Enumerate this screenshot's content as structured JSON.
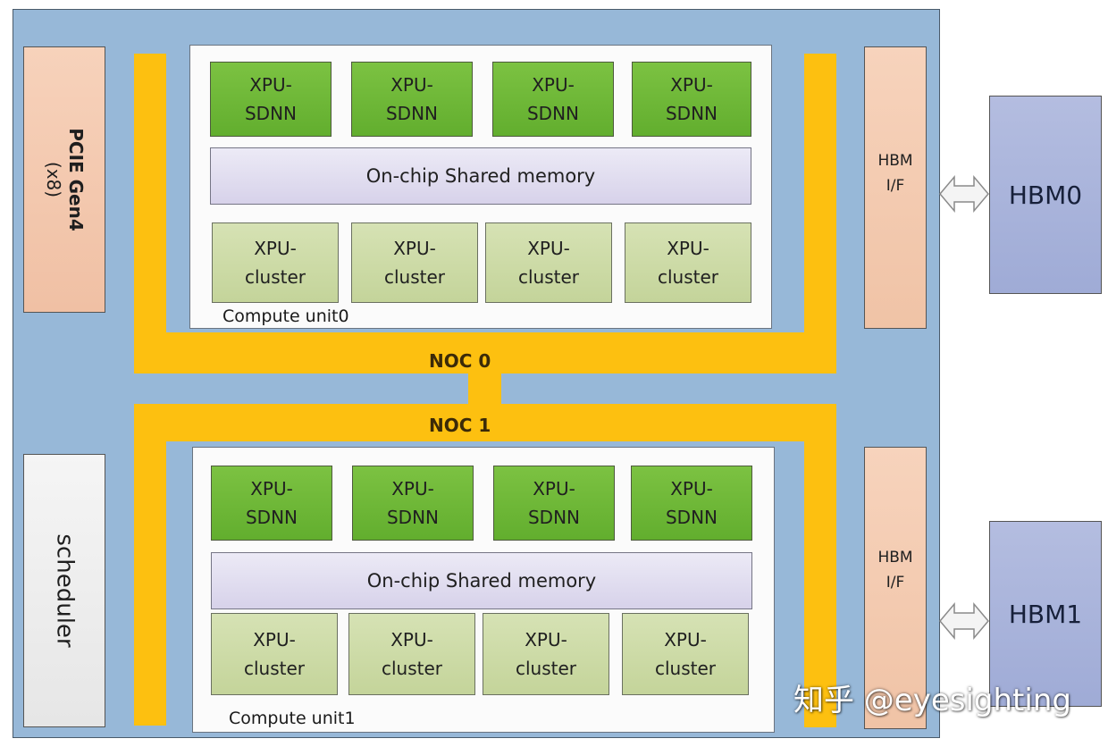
{
  "diagram": {
    "pcie": {
      "line1": "PCIE Gen4",
      "line2": "(x8)"
    },
    "scheduler": {
      "label": "scheduler"
    },
    "noc": [
      {
        "label": "NOC 0"
      },
      {
        "label": "NOC 1"
      }
    ],
    "compute_units": [
      {
        "label": "Compute unit0",
        "sdnn": [
          {
            "line1": "XPU-",
            "line2": "SDNN"
          },
          {
            "line1": "XPU-",
            "line2": "SDNN"
          },
          {
            "line1": "XPU-",
            "line2": "SDNN"
          },
          {
            "line1": "XPU-",
            "line2": "SDNN"
          }
        ],
        "shared_memory": "On-chip Shared memory",
        "clusters": [
          {
            "line1": "XPU-",
            "line2": "cluster"
          },
          {
            "line1": "XPU-",
            "line2": "cluster"
          },
          {
            "line1": "XPU-",
            "line2": "cluster"
          },
          {
            "line1": "XPU-",
            "line2": "cluster"
          }
        ]
      },
      {
        "label": "Compute unit1",
        "sdnn": [
          {
            "line1": "XPU-",
            "line2": "SDNN"
          },
          {
            "line1": "XPU-",
            "line2": "SDNN"
          },
          {
            "line1": "XPU-",
            "line2": "SDNN"
          },
          {
            "line1": "XPU-",
            "line2": "SDNN"
          }
        ],
        "shared_memory": "On-chip Shared memory",
        "clusters": [
          {
            "line1": "XPU-",
            "line2": "cluster"
          },
          {
            "line1": "XPU-",
            "line2": "cluster"
          },
          {
            "line1": "XPU-",
            "line2": "cluster"
          },
          {
            "line1": "XPU-",
            "line2": "cluster"
          }
        ]
      }
    ],
    "hbm_interfaces": [
      {
        "line1": "HBM",
        "line2": "I/F"
      },
      {
        "line1": "HBM",
        "line2": "I/F"
      }
    ],
    "hbm": [
      {
        "label": "HBM0"
      },
      {
        "label": "HBM1"
      }
    ],
    "connector_icon": "double-headed-arrow",
    "colors": {
      "chip_background": "#97b8d8",
      "noc": "#fdc010",
      "sdnn": "#6fb83a",
      "cluster": "#cddba6",
      "shared_memory": "#e2ddf0",
      "pcie_hbmif": "#f3c9ae",
      "hbm": "#a9b3db",
      "scheduler": "#eeeeee"
    }
  },
  "watermark": "知乎 @eyesighting"
}
